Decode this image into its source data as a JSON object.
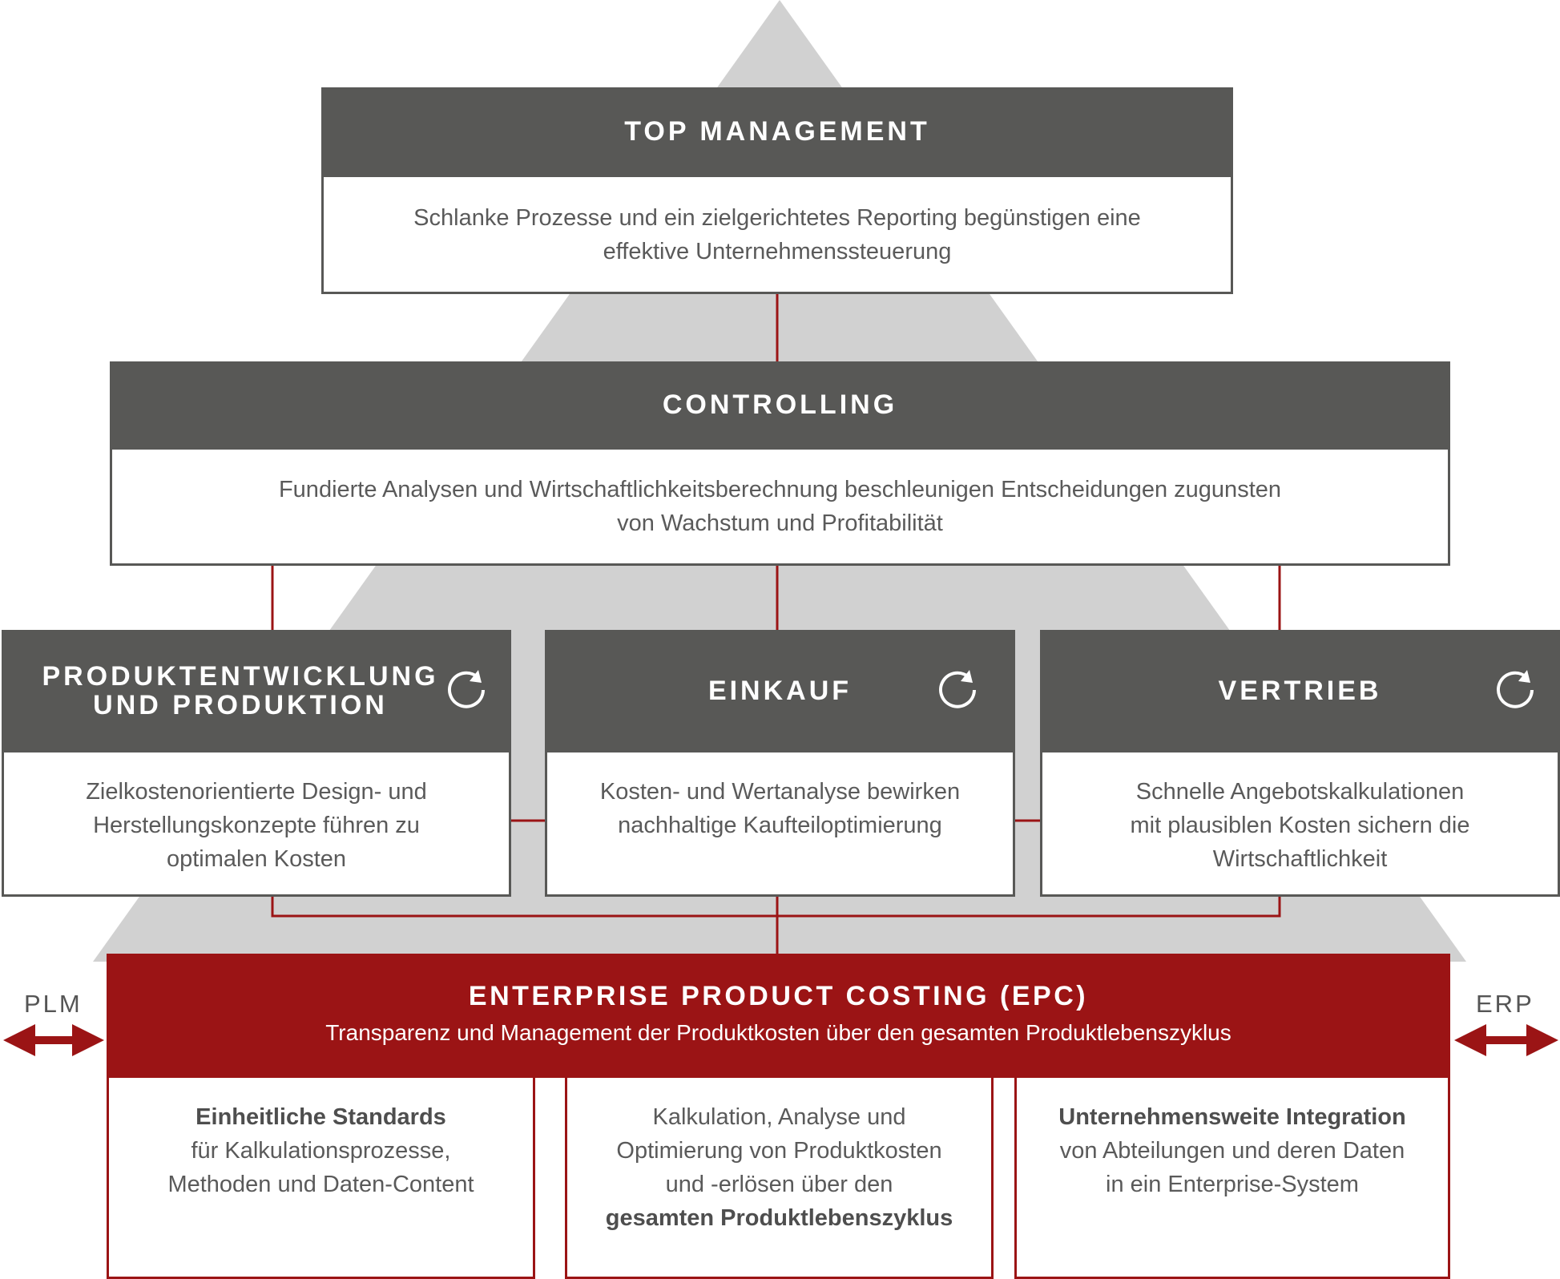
{
  "colors": {
    "header_gray": "#585856",
    "pyramid_gray": "#d1d1d1",
    "accent_red": "#9b1415",
    "text_gray": "#5a5a5a"
  },
  "top_management": {
    "title": "TOP MANAGEMENT",
    "text_line1": "Schlanke Prozesse und ein zielgerichtetes Reporting begünstigen eine",
    "text_line2": "effektive Unternehmenssteuerung"
  },
  "controlling": {
    "title": "CONTROLLING",
    "text_line1": "Fundierte Analysen und Wirtschaftlichkeitsberechnung beschleunigen Entscheidungen zugunsten",
    "text_line2": "von Wachstum und Profitabilität"
  },
  "departments": [
    {
      "title_line1": "PRODUKTENTWICKLUNG",
      "title_line2": "UND PRODUKTION",
      "icon": "refresh-icon",
      "text_line1": "Zielkostenorientierte Design- und",
      "text_line2": "Herstellungskonzepte führen zu",
      "text_line3": "optimalen Kosten"
    },
    {
      "title_line1": "EINKAUF",
      "icon": "refresh-icon",
      "text_line1": "Kosten- und Wertanalyse bewirken",
      "text_line2": "nachhaltige Kaufteiloptimierung"
    },
    {
      "title_line1": "VERTRIEB",
      "icon": "refresh-icon",
      "text_line1": "Schnelle Angebotskalkulationen",
      "text_line2": "mit plausiblen Kosten sichern die",
      "text_line3": "Wirtschaftlichkeit"
    }
  ],
  "epc": {
    "title": "ENTERPRISE PRODUCT COSTING (EPC)",
    "subtitle": "Transparenz und Management der Produktkosten über den gesamten Produktlebenszyklus"
  },
  "side_labels": {
    "left": "PLM",
    "right": "ERP"
  },
  "pillars": [
    {
      "bold_line": "Einheitliche Standards",
      "line2": "für Kalkulationsprozesse,",
      "line3": "Methoden und Daten-Content"
    },
    {
      "line1": "Kalkulation, Analyse und",
      "line2": "Optimierung von Produktkosten",
      "line3": "und -erlösen über den",
      "bold_line": "gesamten Produktlebenszyklus"
    },
    {
      "bold_line": "Unternehmensweite Integration",
      "line2": "von Abteilungen und deren Daten",
      "line3": "in ein Enterprise-System"
    }
  ]
}
